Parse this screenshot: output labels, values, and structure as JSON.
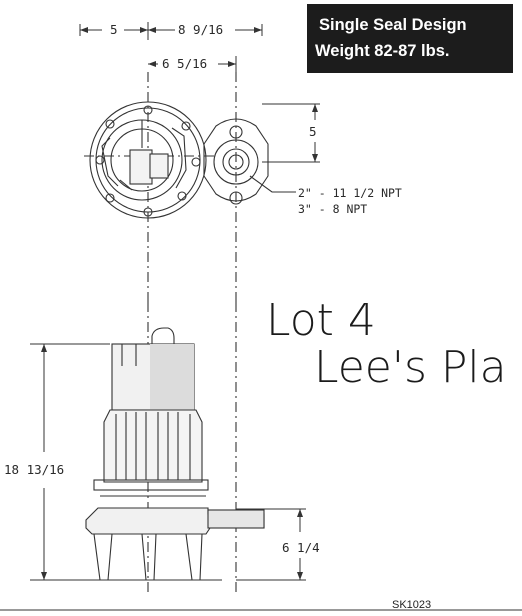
{
  "banner": {
    "line1": "Single Seal Design",
    "line2": "Weight 82-87 lbs."
  },
  "dimensions": {
    "top_left_width": "5",
    "top_overall_width": "8 9/16",
    "top_discharge_offset": "6 5/16",
    "discharge_flange_height": "5",
    "overall_height": "18 13/16",
    "discharge_height": "6 1/4"
  },
  "discharge_specs": {
    "line1": "2\" - 11 1/2 NPT",
    "line2": "3\" - 8 NPT"
  },
  "handwritten_note": {
    "line1": "Lot 4",
    "line2": "Lee's Pla"
  },
  "drawing_code": "SK1023"
}
